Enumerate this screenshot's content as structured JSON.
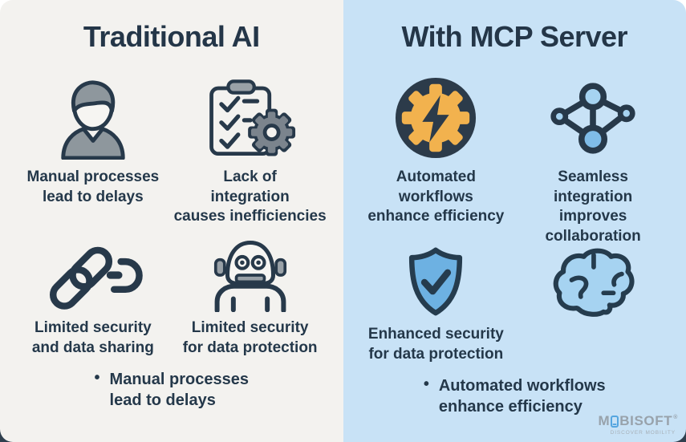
{
  "left": {
    "title": "Traditional AI",
    "items": [
      {
        "icon": "person-icon",
        "caption": "Manual processes\nlead to delays"
      },
      {
        "icon": "clipboard-checklist-gear-icon",
        "caption": "Lack of\nintegration\ncauses inefficiencies"
      },
      {
        "icon": "broken-chain-icon",
        "caption": "Limited security\nand data sharing"
      },
      {
        "icon": "robot-icon",
        "caption": "Limited security\nfor data protection"
      }
    ],
    "bullet": "Manual processes\nlead to delays"
  },
  "right": {
    "title": "With MCP Server",
    "items": [
      {
        "icon": "gear-lightning-icon",
        "caption": "Automated\nworkflows\nenhance efficiency"
      },
      {
        "icon": "network-nodes-icon",
        "caption": "Seamless\nintegration\nimproves\ncollaboration"
      },
      {
        "icon": "shield-check-icon",
        "caption": "Enhanced security\nfor data protection"
      },
      {
        "icon": "brain-icon",
        "caption": ""
      }
    ],
    "bullet": "Automated workflows\nenhance efficiency"
  },
  "glyphs": {
    "bullet": "•"
  },
  "logo": {
    "m": "M",
    "rest": "BISOFT",
    "reg": "®",
    "tagline": "DISCOVER MOBILITY"
  },
  "colors": {
    "left_bg": "#f3f2ef",
    "right_bg": "#c8e2f6",
    "ink": "#24384a",
    "icon_gray": "#8e979d",
    "gear_gray": "#7b848d",
    "accent_orange": "#f2b24e",
    "accent_blue_fill": "#a6d3f1",
    "accent_blue_deep": "#6db1e2",
    "logo_gray": "#98a2ab",
    "logo_blue": "#55a6e0"
  }
}
